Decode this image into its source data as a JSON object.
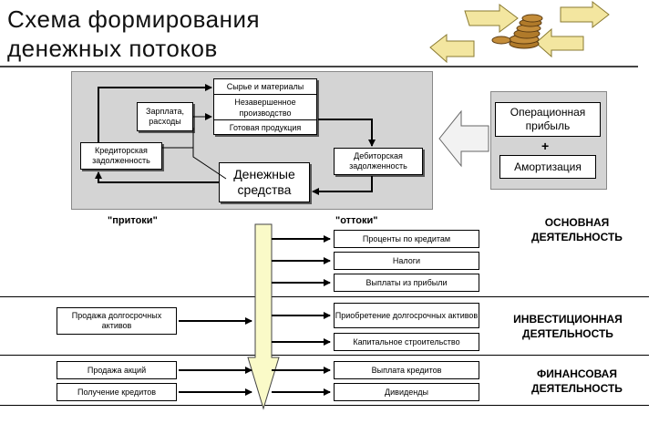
{
  "title": {
    "line1": "Схема формирования",
    "line2": "денежных потоков"
  },
  "cycle": {
    "materials": "Сырье и материалы",
    "wip": "Незавершенное производство",
    "finished": "Готовая продукция",
    "salary": "Зарплата, расходы",
    "payables": "Кредиторская задолженность",
    "receivables": "Дебиторская задолженность",
    "cash": "Денежные средства"
  },
  "profit": {
    "operating": "Операционная прибыль",
    "plus": "+",
    "depreciation": "Амортизация"
  },
  "flows": {
    "inflows": "\"притоки\"",
    "outflows": "\"оттоки\""
  },
  "sections": {
    "operating": "ОСНОВНАЯ ДЕЯТЕЛЬНОСТЬ",
    "investing": "ИНВЕСТИЦИОННАЯ ДЕЯТЕЛЬНОСТЬ",
    "financing": "ФИНАНСОВАЯ ДЕЯТЕЛЬНОСТЬ"
  },
  "outflows_operating": [
    "Проценты по кредитам",
    "Налоги",
    "Выплаты из прибыли"
  ],
  "inflows_investing": [
    "Продажа долгосрочных активов"
  ],
  "outflows_investing": [
    "Приобретение долгосрочных активов",
    "Капитальное строительство"
  ],
  "inflows_financing": [
    "Продажа акций",
    "Получение кредитов"
  ],
  "outflows_financing": [
    "Выплата кредитов",
    "Дивиденды"
  ],
  "colors": {
    "panel": "#d4d4d4",
    "arrow_fill": "#fafac8",
    "coin": "#b07a2a",
    "cycle_arrows": "#f3e6a0"
  }
}
